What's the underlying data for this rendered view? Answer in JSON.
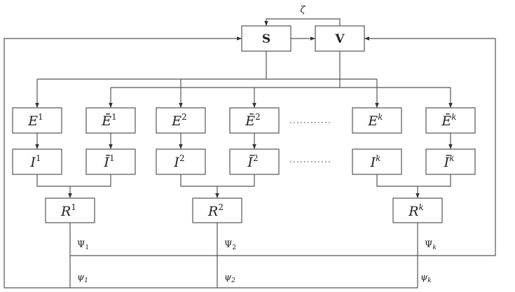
{
  "diagram": {
    "title": "Multi-strain SVEIR compartment model",
    "top_loop_label": "ζ",
    "nodes": {
      "S": {
        "label": "S"
      },
      "V": {
        "label": "V"
      },
      "E1": {
        "base": "E",
        "bar": false,
        "sup": "1"
      },
      "Eb1": {
        "base": "E",
        "bar": true,
        "sup": "1"
      },
      "E2": {
        "base": "E",
        "bar": false,
        "sup": "2"
      },
      "Eb2": {
        "base": "E",
        "bar": true,
        "sup": "2"
      },
      "Ek": {
        "base": "E",
        "bar": false,
        "sup": "k"
      },
      "Ebk": {
        "base": "E",
        "bar": true,
        "sup": "k"
      },
      "I1": {
        "base": "I",
        "bar": false,
        "sup": "1"
      },
      "Ib1": {
        "base": "I",
        "bar": true,
        "sup": "1"
      },
      "I2": {
        "base": "I",
        "bar": false,
        "sup": "2"
      },
      "Ib2": {
        "base": "I",
        "bar": true,
        "sup": "2"
      },
      "Ik": {
        "base": "I",
        "bar": false,
        "sup": "k"
      },
      "Ibk": {
        "base": "I",
        "bar": true,
        "sup": "k"
      },
      "R1": {
        "base": "R",
        "sup": "1"
      },
      "R2": {
        "base": "R",
        "sup": "2"
      },
      "Rk": {
        "base": "R",
        "sup": "k"
      }
    },
    "ellipsis": "............",
    "rates": {
      "Psi1": {
        "sym": "Ψ",
        "sub": "1"
      },
      "Psi2": {
        "sym": "Ψ",
        "sub": "2"
      },
      "Psik": {
        "sym": "Ψ",
        "sub": "k"
      },
      "psi1": {
        "sym": "ψ",
        "sub": "1"
      },
      "psi2": {
        "sym": "ψ",
        "sub": "2"
      },
      "psik": {
        "sym": "ψ",
        "sub": "k"
      }
    }
  }
}
